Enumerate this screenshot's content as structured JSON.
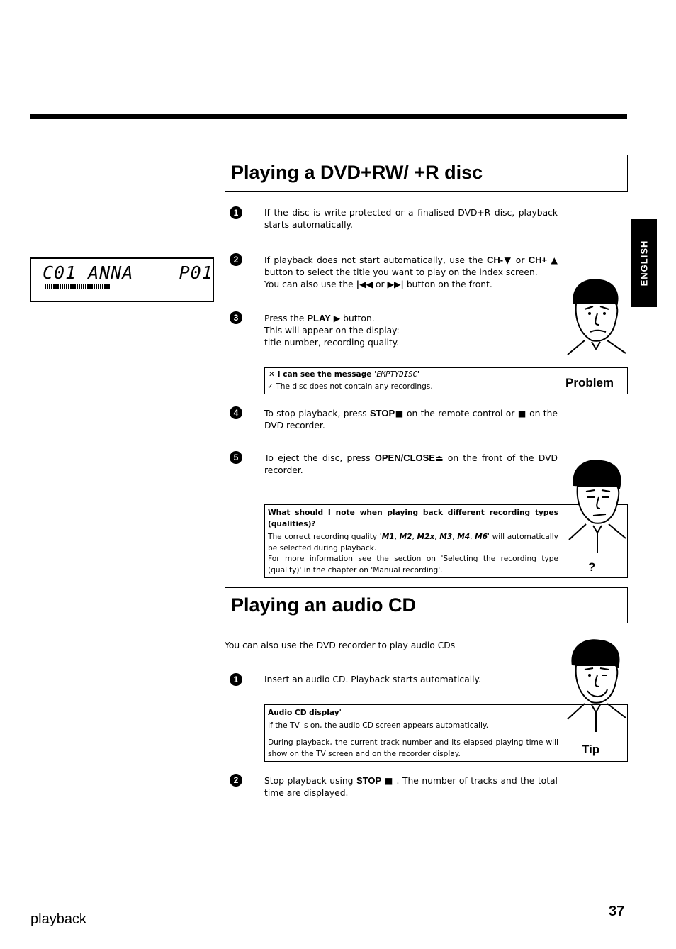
{
  "side_tab": "ENGLISH",
  "lcd": {
    "text": "C01 ANNA    P01"
  },
  "section1": {
    "title": "Playing a DVD+RW/ +R disc",
    "steps": [
      {
        "num": "1",
        "text": "If the disc is write-protected or a finalised DVD+R disc, playback starts automatically."
      },
      {
        "num": "2",
        "a": "If playback does not start automatically, use the",
        "key_ch_minus": "CH-",
        "or": "or",
        "key_ch_plus": "CH+",
        "b": "button to select the title you want to play on the index screen.",
        "c_pre": "You can also use the",
        "c_mid": "or",
        "c_post": "button on the front."
      },
      {
        "num": "3",
        "a_pre": "Press the",
        "key_play": "PLAY",
        "a_post": "button.",
        "b": "This will appear on the display:",
        "c": "title number, recording quality."
      },
      {
        "num": "4",
        "a_pre": "To stop playback, press",
        "key_stop": "STOP",
        "a_mid": "on the remote control or",
        "a_post": "on the DVD recorder."
      },
      {
        "num": "5",
        "a_pre": "To eject the disc, press",
        "key_open": "OPEN/CLOSE",
        "a_post": "on the front of the DVD recorder."
      }
    ]
  },
  "problem": {
    "label": "Problem",
    "q_pre": "I can see the message '",
    "q_code": "EMPTYDISC",
    "q_post": "'",
    "answer": "The disc does not contain any recordings."
  },
  "question": {
    "label": "?",
    "heading": "What should I note when playing back different recording types (qualities)?",
    "p1_pre": "The correct recording quality '",
    "q1": "M1",
    "q2": "M2",
    "q3": "M2x",
    "q4": "M3",
    "q5": "M4",
    "q6": "M6",
    "p1_post": "' will automatically be selected during playback.",
    "p2": "For more information see the section on 'Selecting the recording type (quality)' in the chapter on 'Manual recording'."
  },
  "section2": {
    "title": "Playing an audio CD",
    "intro": "You can also use the DVD recorder to play audio CDs",
    "steps": [
      {
        "num": "1",
        "text": "Insert an audio CD. Playback starts automatically."
      },
      {
        "num": "2",
        "a_pre": "Stop playback using",
        "key_stop": "STOP",
        "a_post": ". The number of tracks and the total time are displayed."
      }
    ]
  },
  "tip": {
    "label": "Tip",
    "heading": "Audio CD display'",
    "p1": "If the TV is on, the audio CD screen appears automatically.",
    "p2": "During playback, the current track number and its elapsed playing time will show on the TV screen and on the recorder display."
  },
  "footer": {
    "section": "playback",
    "page": "37"
  }
}
